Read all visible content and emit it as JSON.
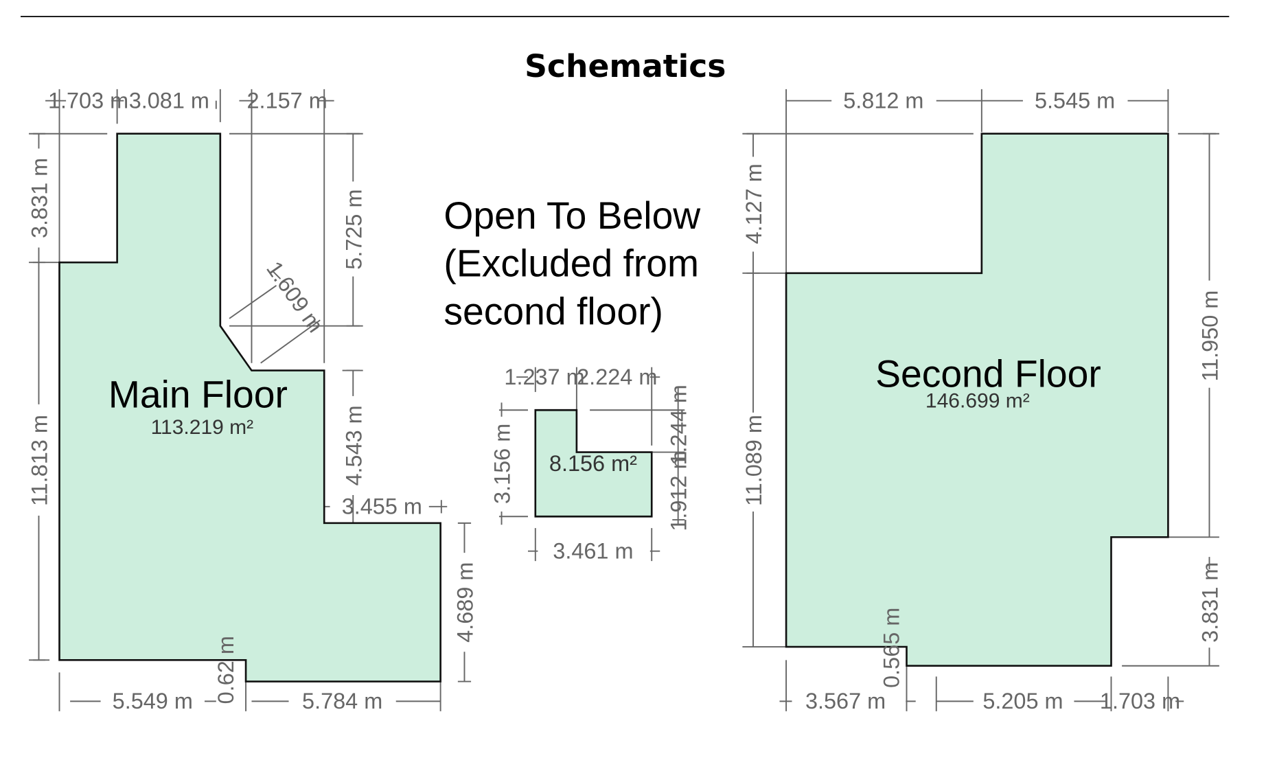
{
  "title": "Schematics",
  "colors": {
    "room_fill": "#cdeedd",
    "outline": "#111111",
    "dimension": "#666666"
  },
  "main_floor": {
    "label": "Main Floor",
    "area": "113.219 m²",
    "dims": {
      "top1": "1.703 m",
      "top2": "3.081 m",
      "top3": "2.157 m",
      "left1": "3.831 m",
      "left2": "11.813 m",
      "right1": "5.725 m",
      "diag": "1.609 m",
      "right2": "4.543 m",
      "step": "3.455 m",
      "right3": "4.689 m",
      "bottom1": "5.549 m",
      "bottom_step": "0.62 m",
      "bottom2": "5.784 m"
    }
  },
  "open_to_below": {
    "lines": [
      "Open To Below",
      "(Excluded from",
      "second floor)"
    ],
    "area": "8.156 m²",
    "dims": {
      "top1": "1.237 m",
      "top2": "2.224 m",
      "left": "3.156 m",
      "bottom": "3.461 m",
      "right1": "1.244 m",
      "right2": "1.912 m"
    }
  },
  "second_floor": {
    "label": "Second Floor",
    "area": "146.699 m²",
    "dims": {
      "top1": "5.812 m",
      "top2": "5.545 m",
      "left1": "4.127 m",
      "left2": "11.089 m",
      "right1": "11.950 m",
      "right2": "3.831 m",
      "bottom1": "3.567 m",
      "bottom_step": "0.565 m",
      "bottom2": "5.205 m",
      "bottom3": "1.703 m"
    }
  }
}
